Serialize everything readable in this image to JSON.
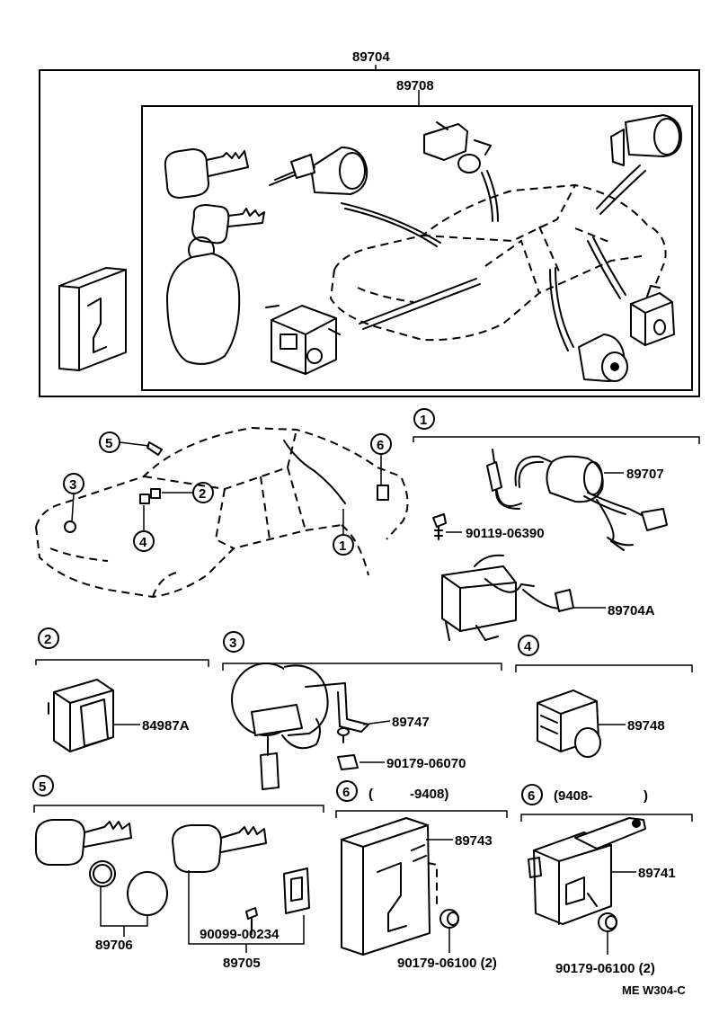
{
  "labels": {
    "top_assembly": "89704",
    "sub_assembly": "89708",
    "part_89707": "89707",
    "bolt_1": "90119-06390",
    "part_89704a": "89704A",
    "switch_2": "84987A",
    "part_89747": "89747",
    "clip_3": "90179-06070",
    "part_89748": "89748",
    "part_89743": "89743",
    "nut_6a": "90179-06100 (2)",
    "part_89741": "89741",
    "nut_6b": "90179-06100 (2)",
    "part_89706": "89706",
    "screw_5": "90099-00234",
    "part_89705": "89705",
    "date_6a_open": "(",
    "date_6a_close": "-9408)",
    "date_6b_open": "(9408-",
    "date_6b_close": ")",
    "drawing_code": "ME W304-C"
  },
  "callouts": {
    "c1": "1",
    "c2": "2",
    "c3": "3",
    "c4": "4",
    "c5": "5",
    "c6": "6",
    "s1": "1",
    "s2": "2",
    "s3": "3",
    "s4": "4",
    "s5": "5",
    "s6a": "6",
    "s6b": "6"
  }
}
